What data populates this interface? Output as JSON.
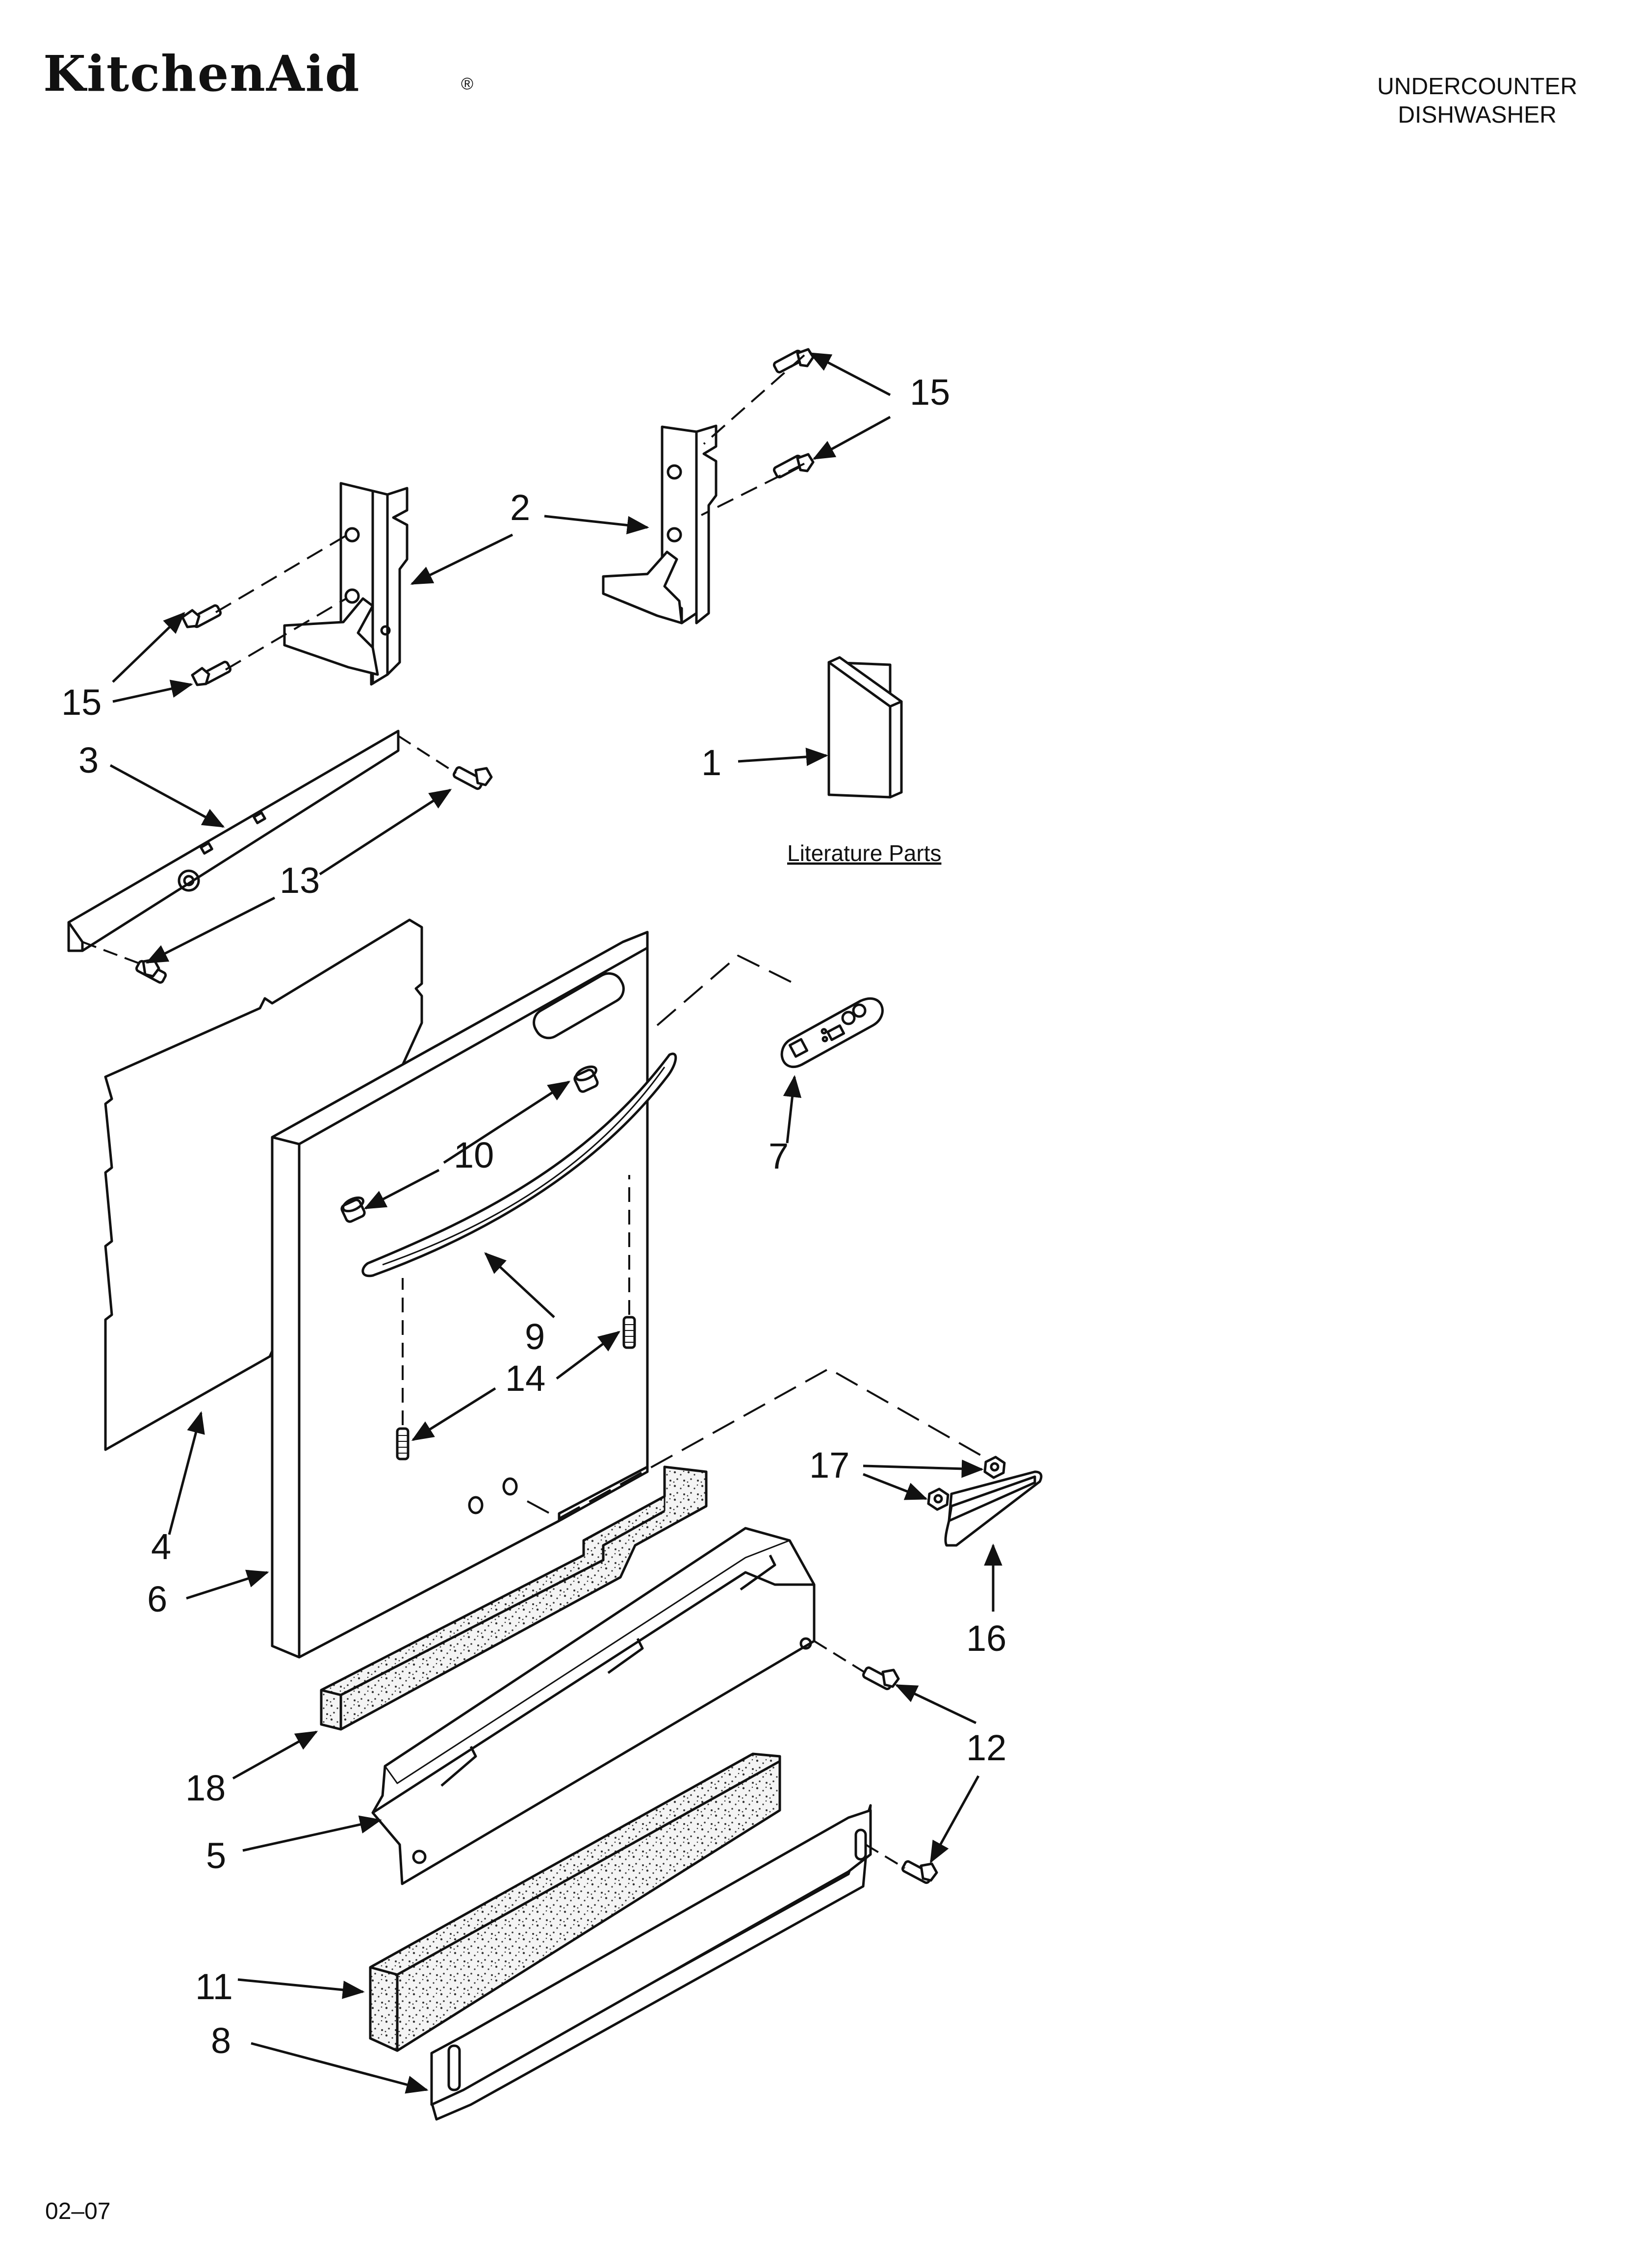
{
  "header": {
    "brand": "KitchenAid",
    "registered_mark": "®",
    "product_type_line1": "UNDERCOUNTER",
    "product_type_line2": "DISHWASHER"
  },
  "literature_label": "Literature Parts",
  "callouts": {
    "c1": "1",
    "c2": "2",
    "c3": "3",
    "c4": "4",
    "c5": "5",
    "c6": "6",
    "c7": "7",
    "c8": "8",
    "c9": "9",
    "c10": "10",
    "c11": "11",
    "c12": "12",
    "c13": "13",
    "c14": "14",
    "c15_top": "15",
    "c15_left": "15",
    "c16": "16",
    "c17": "17",
    "c18": "18"
  },
  "footer": {
    "date_code": "02–07"
  }
}
